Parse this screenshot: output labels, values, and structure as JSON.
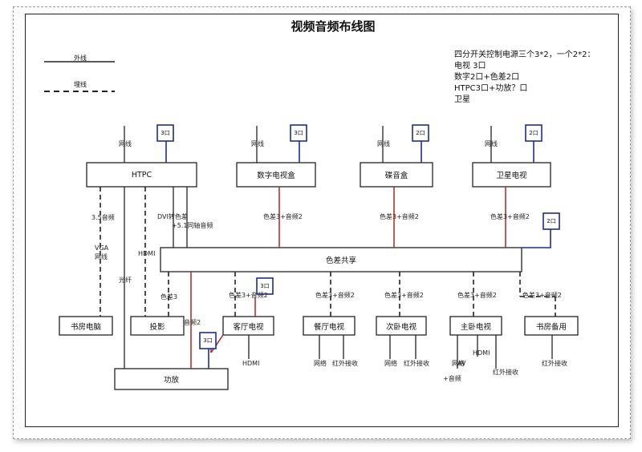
{
  "title": "视频音频布线图",
  "legend": {
    "solid": "外线",
    "dashed": "埋线"
  },
  "notes": [
    "四分开关控制电源三个3*2，一个2*2：",
    "电视 3口",
    "数字2口+色差2口",
    "HTPC3口+功放？口",
    "卫星"
  ],
  "sources": [
    {
      "label": "HTPC",
      "net": "网线",
      "socket": "3口"
    },
    {
      "label": "数字电视盒",
      "net": "网线",
      "socket": "3口"
    },
    {
      "label": "碟音盒",
      "net": "网线",
      "socket": "2口"
    },
    {
      "label": "卫星电视",
      "net": "网线",
      "socket": "2口"
    }
  ],
  "switcher": "色差共享",
  "switcher_socket": "2口",
  "links": {
    "htpc_audio": "3.5音频",
    "htpc_dvi": "DVI转色差",
    "htpc_coax": "+5.1同轴音频",
    "vga": "VGA",
    "vga_net": "网线",
    "hdmi": "HDMI",
    "fiber": "光纤",
    "src_comp": [
      "色差3+音频2",
      "色差3+音频2",
      "色差3+音频2"
    ],
    "out_comp": [
      "色差3",
      "色差3+音频2",
      "色差3+音频2",
      "色差3+音频2",
      "色差3+音频2",
      "色差3+音频2"
    ],
    "audio2": "音频2",
    "gongfang_socket": "3口",
    "keting_socket": "3口"
  },
  "outputs": [
    {
      "label": "书房电脑"
    },
    {
      "label": "投影"
    },
    {
      "label": "客厅电视",
      "subs": [
        "HDMI"
      ]
    },
    {
      "label": "餐厅电视",
      "subs": [
        "网络",
        "红外接收"
      ]
    },
    {
      "label": "次卧电视",
      "subs": [
        "网络",
        "红外接收"
      ]
    },
    {
      "label": "主卧电视",
      "subs": [
        "网络",
        "HDMI",
        "AV",
        "红外接收"
      ],
      "extra": "+音频"
    },
    {
      "label": "书房备用",
      "subs": [
        "红外接收"
      ]
    }
  ],
  "amp": "功放",
  "colors": {
    "line": "#222222",
    "red": "#b22222",
    "blue": "#1d2f8a"
  }
}
